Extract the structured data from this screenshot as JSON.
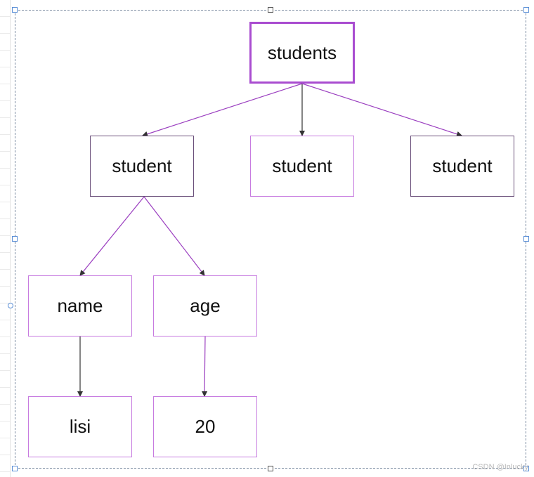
{
  "colors": {
    "root_border": "#a94cd0",
    "node_border": "#c77be0",
    "edge_purple": "#9b3fc0",
    "edge_dark": "#333333",
    "selection_handle": "#5b8fd6"
  },
  "nodes": {
    "students": "students",
    "student_1": "student",
    "student_2": "student",
    "student_3": "student",
    "name": "name",
    "age": "age",
    "name_value": "lisi",
    "age_value": "20"
  },
  "edges": [
    {
      "from": "students",
      "to": "student_1"
    },
    {
      "from": "students",
      "to": "student_2"
    },
    {
      "from": "students",
      "to": "student_3"
    },
    {
      "from": "student_1",
      "to": "name"
    },
    {
      "from": "student_1",
      "to": "age"
    },
    {
      "from": "name",
      "to": "name_value"
    },
    {
      "from": "age",
      "to": "age_value"
    }
  ],
  "watermark": "CSDN @Inlucky"
}
